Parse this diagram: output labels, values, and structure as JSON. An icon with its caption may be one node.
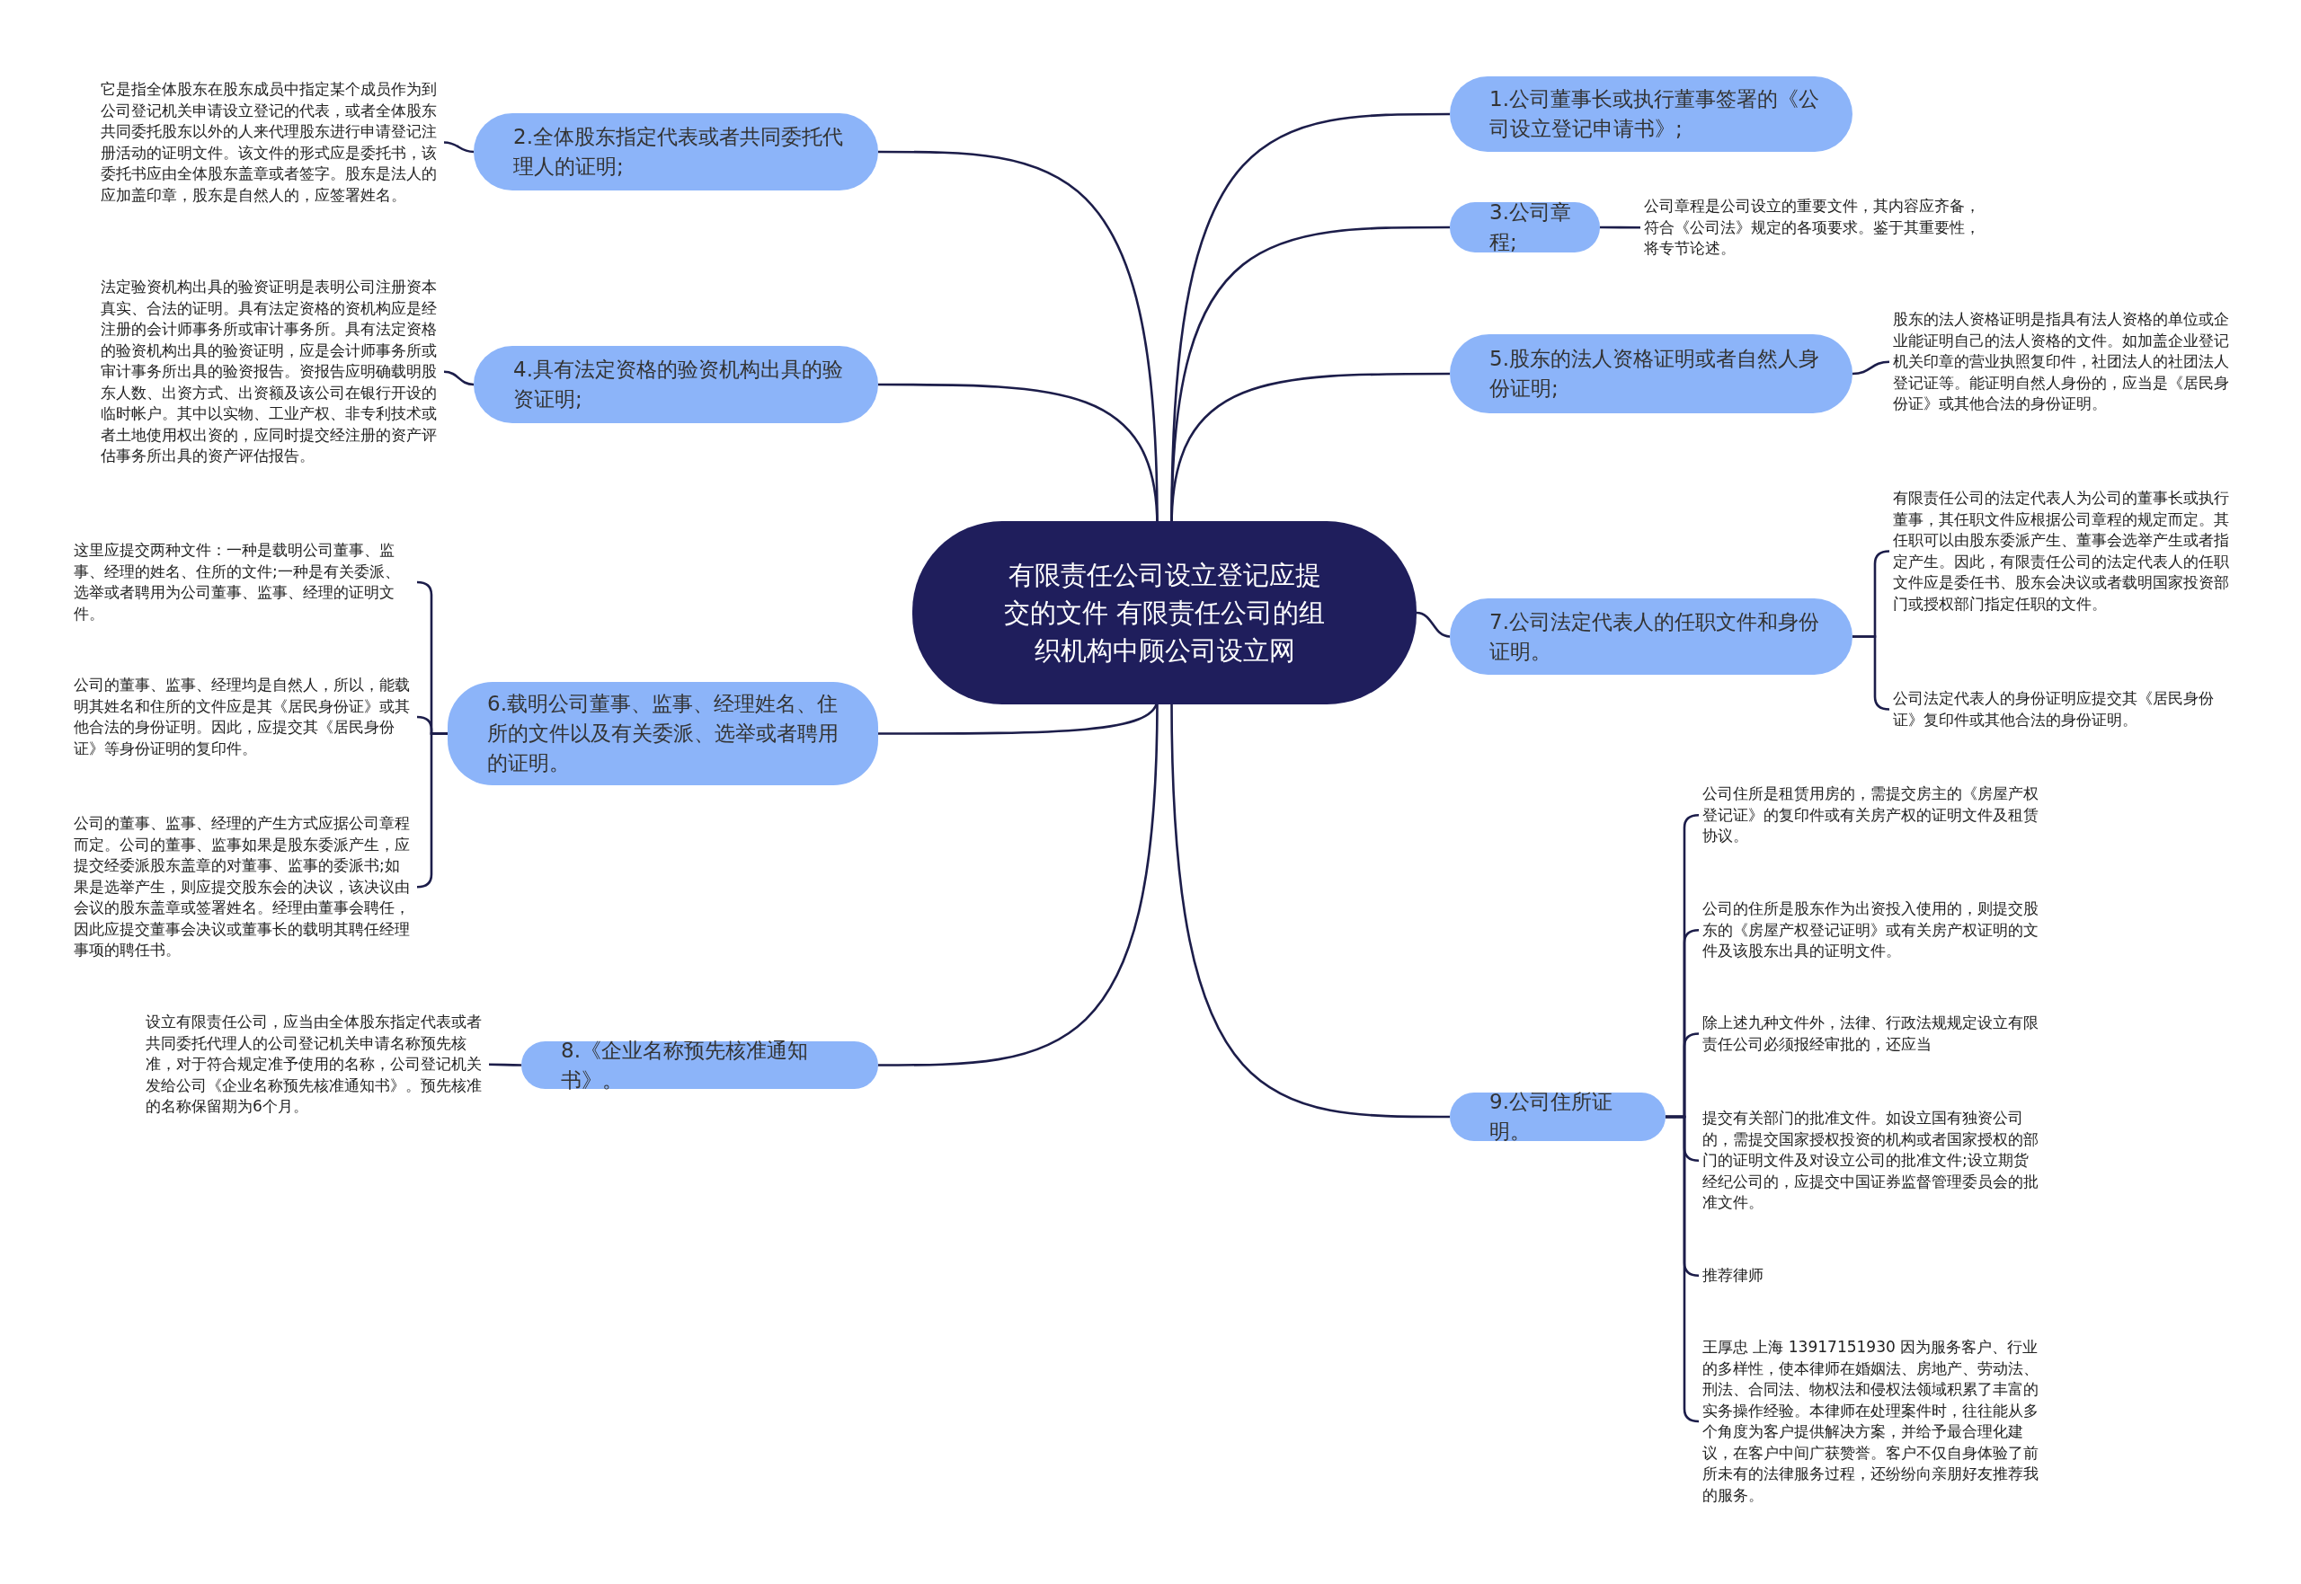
{
  "diagram": {
    "nodes": [
      {
        "text": [
          "有限责任公司设立登记应提交的文件 有限责任公司的组织机构中顾公司设立网"
        ]
      },
      {
        "text": [
          "1.公司董事长或执行董事签署的《公司设立登记申请书》;"
        ]
      },
      {
        "text": [
          "2.全体股东指定代表或者共同委托代理人的证明;"
        ]
      },
      {
        "text": [
          "它是指全体股东在股东成员中指定某个成员作为到公司登记机关申请设立登记的代表，或者全体股东共同委托股东以外的人来代理股东进行申请登记注册活动的证明文件。该文件的形式应是委托书，该委托书应由全体股东盖章或者签字。股东是法人的应加盖印章，股东是自然人的，应签署姓名。"
        ]
      },
      {
        "text": [
          "3.公司章程;"
        ]
      },
      {
        "text": [
          "公司章程是公司设立的重要文件，其内容应齐备，符合《公司法》规定的各项要求。鉴于其重要性，将专节论述。"
        ]
      },
      {
        "text": [
          "4.具有法定资格的验资机构出具的验资证明;"
        ]
      },
      {
        "text": [
          "法定验资机构出具的验资证明是表明公司注册资本真实、合法的证明。具有法定资格的资机构应是经注册的会计师事务所或审计事务所。具有法定资格的验资机构出具的验资证明，应是会计师事务所或审计事务所出具的验资报告。资报告应明确载明股东人数、出资方式、出资额及该公司在银行开设的临时帐户。其中以实物、工业产权、非专利技术或者土地使用权出资的，应同时提交经注册的资产评估事务所出具的资产评估报告。"
        ]
      },
      {
        "text": [
          "5.股东的法人资格证明或者自然人身份证明;"
        ]
      },
      {
        "text": [
          "股东的法人资格证明是指具有法人资格的单位或企业能证明自己的法人资格的文件。如加盖企业登记机关印章的营业执照复印件，社团法人的社团法人登记证等。能证明自然人身份的，应当是《居民身份证》或其他合法的身份证明。"
        ]
      },
      {
        "text": [
          "6.载明公司董事、监事、经理姓名、住所的文件以及有关委派、选举或者聘用的证明。"
        ]
      },
      {
        "text": [
          "这里应提交两种文件：一种是载明公司董事、监事、经理的姓名、住所的文件;一种是有关委派、选举或者聘用为公司董事、监事、经理的证明文件。"
        ]
      },
      {
        "text": [
          "公司的董事、监事、经理均是自然人，所以，能载明其姓名和住所的文件应是其《居民身份证》或其他合法的身份证明。因此，应提交其《居民身份证》等身份证明的复印件。"
        ]
      },
      {
        "text": [
          "公司的董事、监事、经理的产生方式应据公司章程而定。公司的董事、监事如果是股东委派产生，应提交经委派股东盖章的对董事、监事的委派书;如果是选举产生，则应提交股东会的决议，该决议由会议的股东盖章或签署姓名。经理由董事会聘任，因此应提交董事会决议或董事长的载明其聘任经理事项的聘任书。"
        ]
      },
      {
        "text": [
          "7.公司法定代表人的任职文件和身份证明。"
        ]
      },
      {
        "text": [
          "有限责任公司的法定代表人为公司的董事长或执行董事，其任职文件应根据公司章程的规定而定。其任职可以由股东委派产生、董事会选举产生或者指定产生。因此，有限责任公司的法定代表人的任职文件应是委任书、股东会决议或者载明国家投资部门或授权部门指定任职的文件。"
        ]
      },
      {
        "text": [
          "公司法定代表人的身份证明应提交其《居民身份证》复印件或其他合法的身份证明。"
        ]
      },
      {
        "text": [
          "8.《企业名称预先核准通知书》。"
        ]
      },
      {
        "text": [
          "设立有限责任公司，应当由全体股东指定代表或者共同委托代理人的公司登记机关申请名称预先核准，对于符合规定准予使用的名称，公司登记机关发给公司《企业名称预先核准通知书》。预先核准的名称保留期为6个月。"
        ]
      },
      {
        "text": [
          "9.公司住所证明。"
        ]
      },
      {
        "text": [
          "公司住所是租赁用房的，需提交房主的《房屋产权登记证》的复印件或有关房产权的证明文件及租赁协议。"
        ]
      },
      {
        "text": [
          "公司的住所是股东作为出资投入使用的，则提交股东的《房屋产权登记证明》或有关房产权证明的文件及该股东出具的证明文件。"
        ]
      },
      {
        "text": [
          "除上述九种文件外，法律、行政法规规定设立有限责任公司必须报经审批的，还应当"
        ]
      },
      {
        "text": [
          "提交有关部门的批准文件。如设立国有独资公司的，需提交国家授权投资的机构或者国家授权的部门的证明文件及对设立公司的批准文件;设立期货经纪公司的，应提交中国证券监督管理委员会的批准文件。"
        ]
      },
      {
        "text": [
          "推荐律师"
        ]
      },
      {
        "text": [
          "王厚忠 上海 13917151930 因为服务客户、行业的多样性，使本律师在婚姻法、房地产、劳动法、刑法、合同法、物权法和侵权法领域积累了丰富的实务操作经验。本律师在处理案件时，往往能从多个角度为客户提供解决方案，并给予最合理化建议，在客户中间广获赞誉。客户不仅自身体验了前所未有的法律服务过程，还纷纷向亲朋好友推荐我的服务。"
        ]
      }
    ],
    "edges": [
      {
        "from": 0,
        "to": 1,
        "arrow": "none"
      },
      {
        "from": 0,
        "to": 2,
        "arrow": "none"
      },
      {
        "from": 0,
        "to": 4,
        "arrow": "none"
      },
      {
        "from": 0,
        "to": 6,
        "arrow": "none"
      },
      {
        "from": 0,
        "to": 8,
        "arrow": "none"
      },
      {
        "from": 0,
        "to": 10,
        "arrow": "none"
      },
      {
        "from": 0,
        "to": 14,
        "arrow": "none"
      },
      {
        "from": 0,
        "to": 17,
        "arrow": "none"
      },
      {
        "from": 0,
        "to": 19,
        "arrow": "none"
      },
      {
        "from": 2,
        "to": 3,
        "arrow": "none"
      },
      {
        "from": 4,
        "to": 5,
        "arrow": "none"
      },
      {
        "from": 6,
        "to": 7,
        "arrow": "none"
      },
      {
        "from": 8,
        "to": 9,
        "arrow": "none"
      },
      {
        "from": 10,
        "to": 11,
        "arrow": "none"
      },
      {
        "from": 10,
        "to": 12,
        "arrow": "none"
      },
      {
        "from": 10,
        "to": 13,
        "arrow": "none"
      },
      {
        "from": 14,
        "to": 15,
        "arrow": "none"
      },
      {
        "from": 14,
        "to": 16,
        "arrow": "none"
      },
      {
        "from": 17,
        "to": 18,
        "arrow": "none"
      },
      {
        "from": 19,
        "to": 20,
        "arrow": "none"
      },
      {
        "from": 19,
        "to": 21,
        "arrow": "none"
      },
      {
        "from": 19,
        "to": 22,
        "arrow": "none"
      },
      {
        "from": 19,
        "to": 23,
        "arrow": "none"
      },
      {
        "from": 19,
        "to": 24,
        "arrow": "none"
      },
      {
        "from": 19,
        "to": 25,
        "arrow": "none"
      }
    ]
  }
}
